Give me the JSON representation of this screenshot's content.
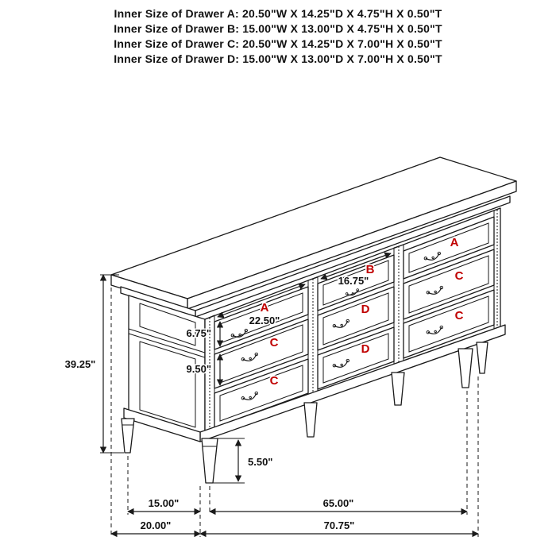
{
  "header": {
    "lines": [
      "Inner Size of Drawer A: 20.50\"W X 14.25\"D X 4.75\"H X 0.50\"T",
      "Inner Size of Drawer B: 15.00\"W X 13.00\"D X 4.75\"H X 0.50\"T",
      "Inner Size of Drawer C: 20.50\"W X 14.25\"D X 7.00\"H X 0.50\"T",
      "Inner Size of Drawer D: 15.00\"W X 13.00\"D X 7.00\"H X 0.50\"T"
    ]
  },
  "drawers": {
    "left_top": "A",
    "left_middle": "C",
    "left_bottom": "C",
    "center_top": "B",
    "center_middle": "D",
    "center_bottom": "D",
    "right_top": "A",
    "right_middle": "C",
    "right_bottom": "C"
  },
  "dims": {
    "overall_height": "39.25\"",
    "center_drawer_width": "16.75\"",
    "side_drawer_width": "22.50\"",
    "top_drawer_face_height": "6.75\"",
    "lower_drawer_face_height": "9.50\"",
    "leg_height": "5.50\"",
    "side_leg_span": "15.00\"",
    "front_leg_span": "65.00\"",
    "overall_depth": "20.00\"",
    "overall_width": "70.75\""
  },
  "colors": {
    "line": "#1a1a1a",
    "drawer_label": "#c00000",
    "background": "#ffffff"
  }
}
